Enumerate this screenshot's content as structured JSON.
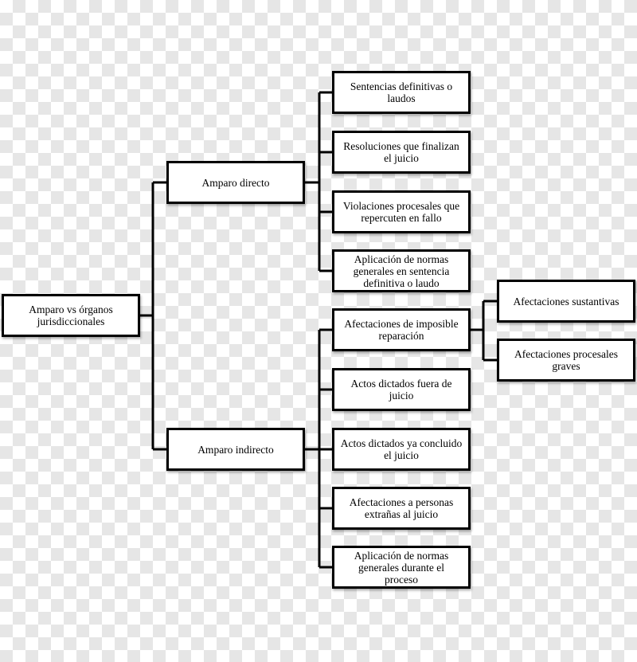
{
  "diagram": {
    "root": {
      "label": "Amparo vs órganos\njurisdiccionales"
    },
    "directo": {
      "label": "Amparo directo",
      "children": [
        "Sentencias definitivas o\nlaudos",
        "Resoluciones que finalizan\nel juicio",
        "Violaciones procesales que\nrepercuten en fallo",
        "Aplicación de normas\ngenerales en sentencia\ndefinitiva o laudo"
      ]
    },
    "indirecto": {
      "label": "Amparo indirecto",
      "children": [
        "Afectaciones de imposible\nreparación",
        "Actos dictados fuera de\njuicio",
        "Actos dictados ya concluido\nel juicio",
        "Afectaciones a personas\nextrañas al juicio",
        "Aplicación de normas\ngenerales durante el\nproceso"
      ]
    },
    "afectaciones": {
      "children": [
        "Afectaciones sustantivas",
        "Afectaciones procesales\ngraves"
      ]
    }
  }
}
